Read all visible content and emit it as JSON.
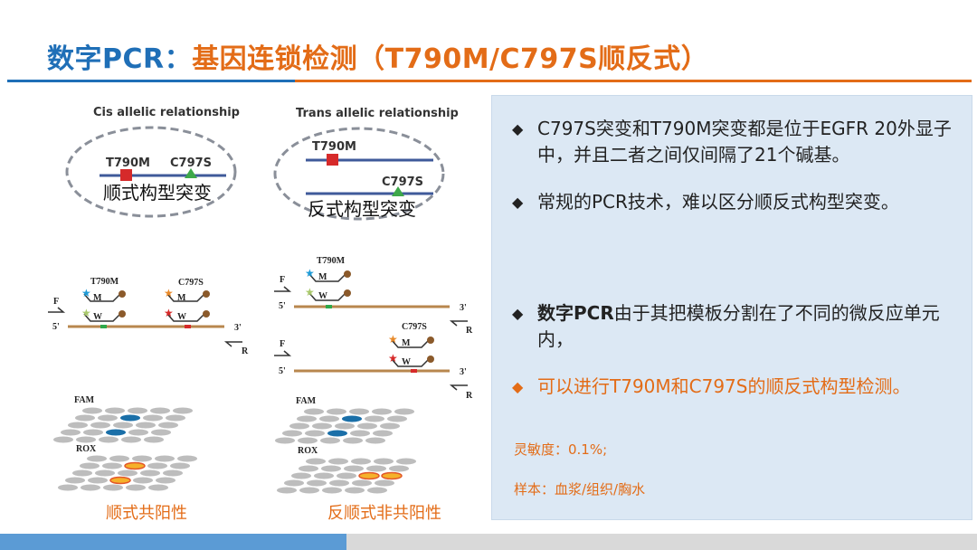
{
  "title": {
    "part1": "数字PCR：",
    "part2": "基因连锁检测（T790M/C797S顺反式）"
  },
  "figure": {
    "cis_heading": "Cis allelic relationship",
    "trans_heading": "Trans allelic relationship",
    "cis_label": "顺式构型突变",
    "trans_label": "反式构型突变",
    "mut1": "T790M",
    "mut2": "C797S",
    "primer_f": "F",
    "primer_r": "R",
    "end5": "5'",
    "end3": "3'",
    "probe_m": "M",
    "probe_w": "W",
    "fam": "FAM",
    "rox": "ROX",
    "cis_caption": "顺式共阳性",
    "trans_caption": "反顺式非共阳性"
  },
  "panel": {
    "bullets": [
      {
        "mark": "◆",
        "text": "C797S突变和T790M突变都是位于EGFR 20外显子中，并且二者之间仅间隔了21个碱基。"
      },
      {
        "mark": "◆",
        "text": "常规的PCR技术，难以区分顺反式构型突变。"
      },
      {
        "mark": "◆",
        "bold": "数字PCR",
        "text": "由于其把模板分割在了不同的微反应单元内，"
      },
      {
        "mark": "◆",
        "text": "可以进行T790M和C797S的顺反式构型检测。"
      }
    ],
    "sensitivity": "灵敏度：0.1%;",
    "samples": "样本：血浆/组织/胸水"
  },
  "colors": {
    "blue": "#1F6FB7",
    "orange": "#E36C17",
    "panel": "#DCE8F4"
  }
}
